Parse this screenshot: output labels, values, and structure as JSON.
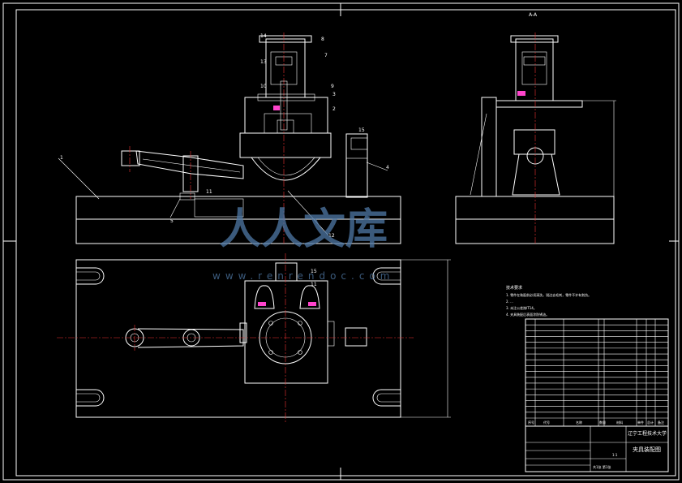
{
  "watermark": {
    "brand": "人人文库",
    "url": "www.renrendoc.com",
    "color": "#4f79a6"
  },
  "section_label": "A-A",
  "tech_requirements": {
    "title": "技术要求",
    "lines": [
      "1. 零件在装配前必须清洗，锐边去毛刺，零件不许有划伤。",
      "2. ...",
      "3. 未注公差按IT14。",
      "4. 夹具装配后表面涂防锈油。"
    ]
  },
  "balloons": [
    "14",
    "8",
    "7",
    "13",
    "10",
    "9",
    "3",
    "2",
    "1",
    "15",
    "4",
    "11",
    "12",
    "5"
  ],
  "title_block": {
    "school": "辽宁工程技术大学",
    "drawing_name": "夹具装配图",
    "scale": "1:1",
    "sheet": "共1张 第1张",
    "header_cols": [
      "序号",
      "代号",
      "名称",
      "数量",
      "材料",
      "单件",
      "总计",
      "备注"
    ]
  },
  "parts_rows": 17,
  "colors": {
    "line": "#ffffff",
    "center": "#ee3333",
    "accent": "#ff44cc",
    "bg": "#000000"
  }
}
